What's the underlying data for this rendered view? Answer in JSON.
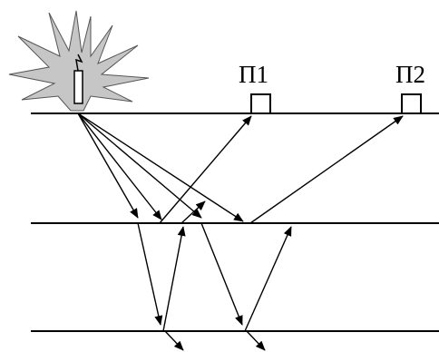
{
  "receivers": [
    {
      "id": "p1",
      "label": "П1"
    },
    {
      "id": "p2",
      "label": "П2"
    }
  ]
}
